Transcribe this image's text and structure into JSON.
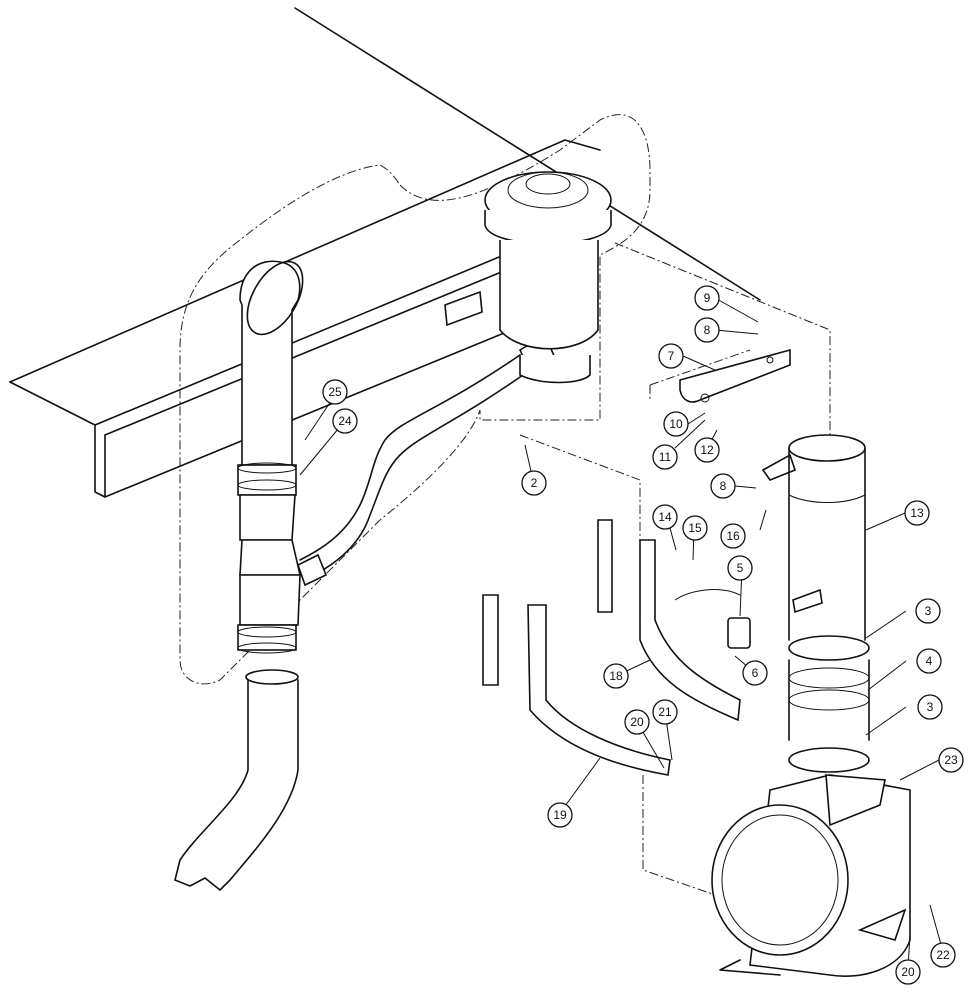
{
  "callouts": [
    {
      "id": "c-9",
      "label": "9"
    },
    {
      "id": "c-8a",
      "label": "8"
    },
    {
      "id": "c-7",
      "label": "7"
    },
    {
      "id": "c-10",
      "label": "10"
    },
    {
      "id": "c-11",
      "label": "11"
    },
    {
      "id": "c-12",
      "label": "12"
    },
    {
      "id": "c-8b",
      "label": "8"
    },
    {
      "id": "c-16",
      "label": "16"
    },
    {
      "id": "c-13",
      "label": "13"
    },
    {
      "id": "c-25",
      "label": "25"
    },
    {
      "id": "c-24",
      "label": "24"
    },
    {
      "id": "c-2",
      "label": "2"
    },
    {
      "id": "c-14",
      "label": "14"
    },
    {
      "id": "c-15",
      "label": "15"
    },
    {
      "id": "c-5",
      "label": "5"
    },
    {
      "id": "c-3a",
      "label": "3"
    },
    {
      "id": "c-4",
      "label": "4"
    },
    {
      "id": "c-6",
      "label": "6"
    },
    {
      "id": "c-18",
      "label": "18"
    },
    {
      "id": "c-20a",
      "label": "20"
    },
    {
      "id": "c-21",
      "label": "21"
    },
    {
      "id": "c-3b",
      "label": "3"
    },
    {
      "id": "c-23",
      "label": "23"
    },
    {
      "id": "c-19",
      "label": "19"
    },
    {
      "id": "c-20b",
      "label": "20"
    },
    {
      "id": "c-22",
      "label": "22"
    }
  ]
}
